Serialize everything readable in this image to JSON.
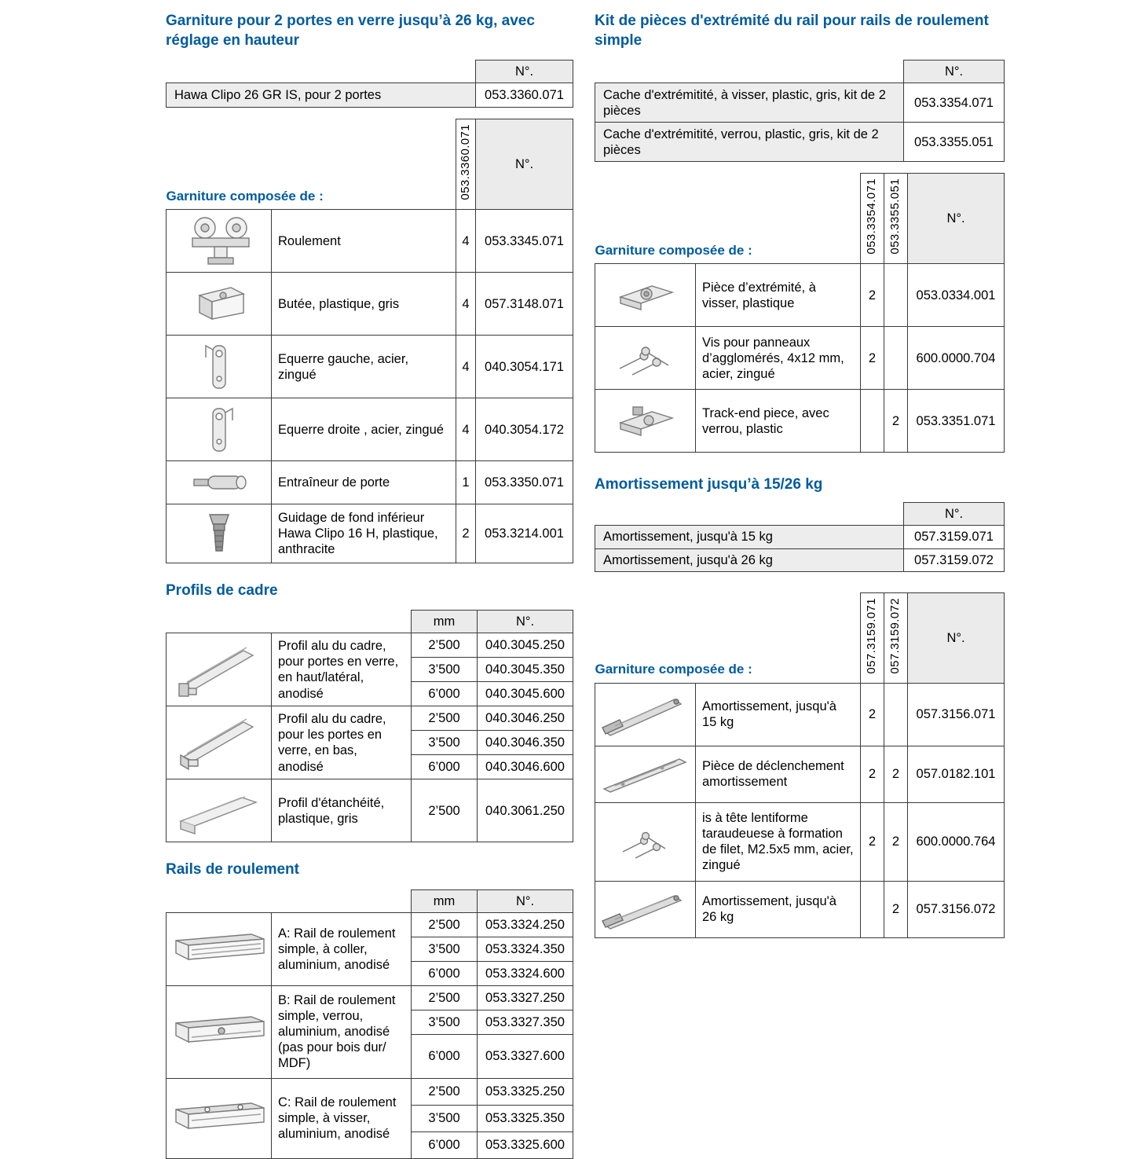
{
  "colors": {
    "heading_blue": "#005b9f",
    "header_bg": "#ebebeb",
    "row_bg": "#ededed",
    "border": "#3a3a3a"
  },
  "left": {
    "title": "Garniture pour 2 portes en verre jusqu’à 26 kg, avec réglage en hauteur",
    "set_table": {
      "no_header": "N°.",
      "rows": [
        {
          "label": "Hawa Clipo 26 GR IS, pour 2 portes",
          "no": "053.3360.071"
        }
      ]
    },
    "composition": {
      "subtitle": "Garniture composée de :",
      "col_headers": [
        "053.3360.071"
      ],
      "no_header": "N°.",
      "rows": [
        {
          "image": "roller-carriage",
          "desc": "Roulement",
          "qty": "4",
          "no": "053.3345.071"
        },
        {
          "image": "stop-block",
          "desc": "Butée, plastique, gris",
          "qty": "4",
          "no": "057.3148.071"
        },
        {
          "image": "bracket-left",
          "desc": "Equerre gauche, acier, zingué",
          "qty": "4",
          "no": "040.3054.171"
        },
        {
          "image": "bracket-right",
          "desc": "Equerre droite , acier, zingué",
          "qty": "4",
          "no": "040.3054.172"
        },
        {
          "image": "door-driver",
          "desc": "Entraîneur de porte",
          "qty": "1",
          "no": "053.3350.071"
        },
        {
          "image": "bottom-guide",
          "desc": "Guidage de fond inférieur Hawa Clipo 16 H, plastique, anthracite",
          "qty": "2",
          "no": "053.3214.001"
        }
      ]
    },
    "profiles": {
      "title": "Profils de cadre",
      "mm_header": "mm",
      "no_header": "N°.",
      "groups": [
        {
          "image": "frame-profile-top",
          "desc": "Profil alu du cadre, pour portes en verre, en haut/latéral, anodisé",
          "variants": [
            {
              "mm": "2’500",
              "no": "040.3045.250"
            },
            {
              "mm": "3’500",
              "no": "040.3045.350"
            },
            {
              "mm": "6’000",
              "no": "040.3045.600"
            }
          ]
        },
        {
          "image": "frame-profile-bottom",
          "desc": "Profil alu du cadre, pour les portes en verre, en bas, anodisé",
          "variants": [
            {
              "mm": "2’500",
              "no": "040.3046.250"
            },
            {
              "mm": "3’500",
              "no": "040.3046.350"
            },
            {
              "mm": "6’000",
              "no": "040.3046.600"
            }
          ]
        },
        {
          "image": "sealing-profile",
          "desc": "Profil d'étanchéité, plastique, gris",
          "variants": [
            {
              "mm": "2’500",
              "no": "040.3061.250"
            }
          ]
        }
      ]
    },
    "rails": {
      "title": "Rails de roulement",
      "mm_header": "mm",
      "no_header": "N°.",
      "groups": [
        {
          "image": "rail-single-glue",
          "desc": "A: Rail de roulement simple, à coller, aluminium, anodisé",
          "variants": [
            {
              "mm": "2’500",
              "no": "053.3324.250"
            },
            {
              "mm": "3’500",
              "no": "053.3324.350"
            },
            {
              "mm": "6’000",
              "no": "053.3324.600"
            }
          ]
        },
        {
          "image": "rail-single-lock",
          "desc": "B: Rail de roulement simple, verrou, aluminium, anodisé (pas pour bois dur/ MDF)",
          "variants": [
            {
              "mm": "2’500",
              "no": "053.3327.250"
            },
            {
              "mm": "3’500",
              "no": "053.3327.350"
            },
            {
              "mm": "6’000",
              "no": "053.3327.600"
            }
          ]
        },
        {
          "image": "rail-single-screw",
          "desc": "C: Rail de roulement simple, à visser, aluminium, anodisé",
          "variants": [
            {
              "mm": "2’500",
              "no": "053.3325.250"
            },
            {
              "mm": "3’500",
              "no": "053.3325.350"
            },
            {
              "mm": "6’000",
              "no": "053.3325.600"
            }
          ]
        }
      ]
    }
  },
  "right": {
    "title": "Kit de pièces d'extrémité du rail pour rails de roulement simple",
    "set_table": {
      "no_header": "N°.",
      "rows": [
        {
          "label": "Cache d'extrémitité, à visser, plastic, gris, kit de 2 pièces",
          "no": "053.3354.071"
        },
        {
          "label": "Cache d'extrémitité, verrou, plastic, gris, kit de 2 pièces",
          "no": "053.3355.051"
        }
      ]
    },
    "composition": {
      "subtitle": "Garniture composée de :",
      "col_headers": [
        "053.3354.071",
        "053.3355.051"
      ],
      "no_header": "N°.",
      "rows": [
        {
          "image": "end-piece-screwable",
          "desc": "Pièce d’extrémité, à visser, plastique",
          "qty1": "2",
          "qty2": "",
          "no": "053.0334.001"
        },
        {
          "image": "chipboard-screws",
          "desc": "Vis pour panneaux d’agglomérés, 4x12 mm, acier, zingué",
          "qty1": "2",
          "qty2": "",
          "no": "600.0000.704"
        },
        {
          "image": "track-end-piece",
          "desc": "Track-end piece, avec verrou, plastic",
          "qty1": "",
          "qty2": "2",
          "no": "053.3351.071"
        }
      ]
    },
    "damping": {
      "title": "Amortissement jusqu’à 15/26 kg",
      "set_table": {
        "no_header": "N°.",
        "rows": [
          {
            "label": "Amortissement, jusqu'à 15 kg",
            "no": "057.3159.071"
          },
          {
            "label": "Amortissement, jusqu'à 26 kg",
            "no": "057.3159.072"
          }
        ]
      },
      "composition": {
        "subtitle": "Garniture composée de :",
        "col_headers": [
          "057.3159.071",
          "057.3159.072"
        ],
        "no_header": "N°.",
        "rows": [
          {
            "image": "damper-15kg",
            "desc": "Amortissement, jusqu'à 15 kg",
            "qty1": "2",
            "qty2": "",
            "no": "057.3156.071"
          },
          {
            "image": "damper-trigger-piece",
            "desc": "Pièce de déclenchement amortissement",
            "qty1": "2",
            "qty2": "2",
            "no": "057.0182.101"
          },
          {
            "image": "pan-head-screws",
            "desc": "is à tête lentiforme taraudeuese à formation de filet, M2.5x5 mm, acier, zingué",
            "qty1": "2",
            "qty2": "2",
            "no": "600.0000.764"
          },
          {
            "image": "damper-26kg",
            "desc": "Amortissement, jusqu'à 26 kg",
            "qty1": "",
            "qty2": "2",
            "no": "057.3156.072"
          }
        ]
      }
    }
  }
}
